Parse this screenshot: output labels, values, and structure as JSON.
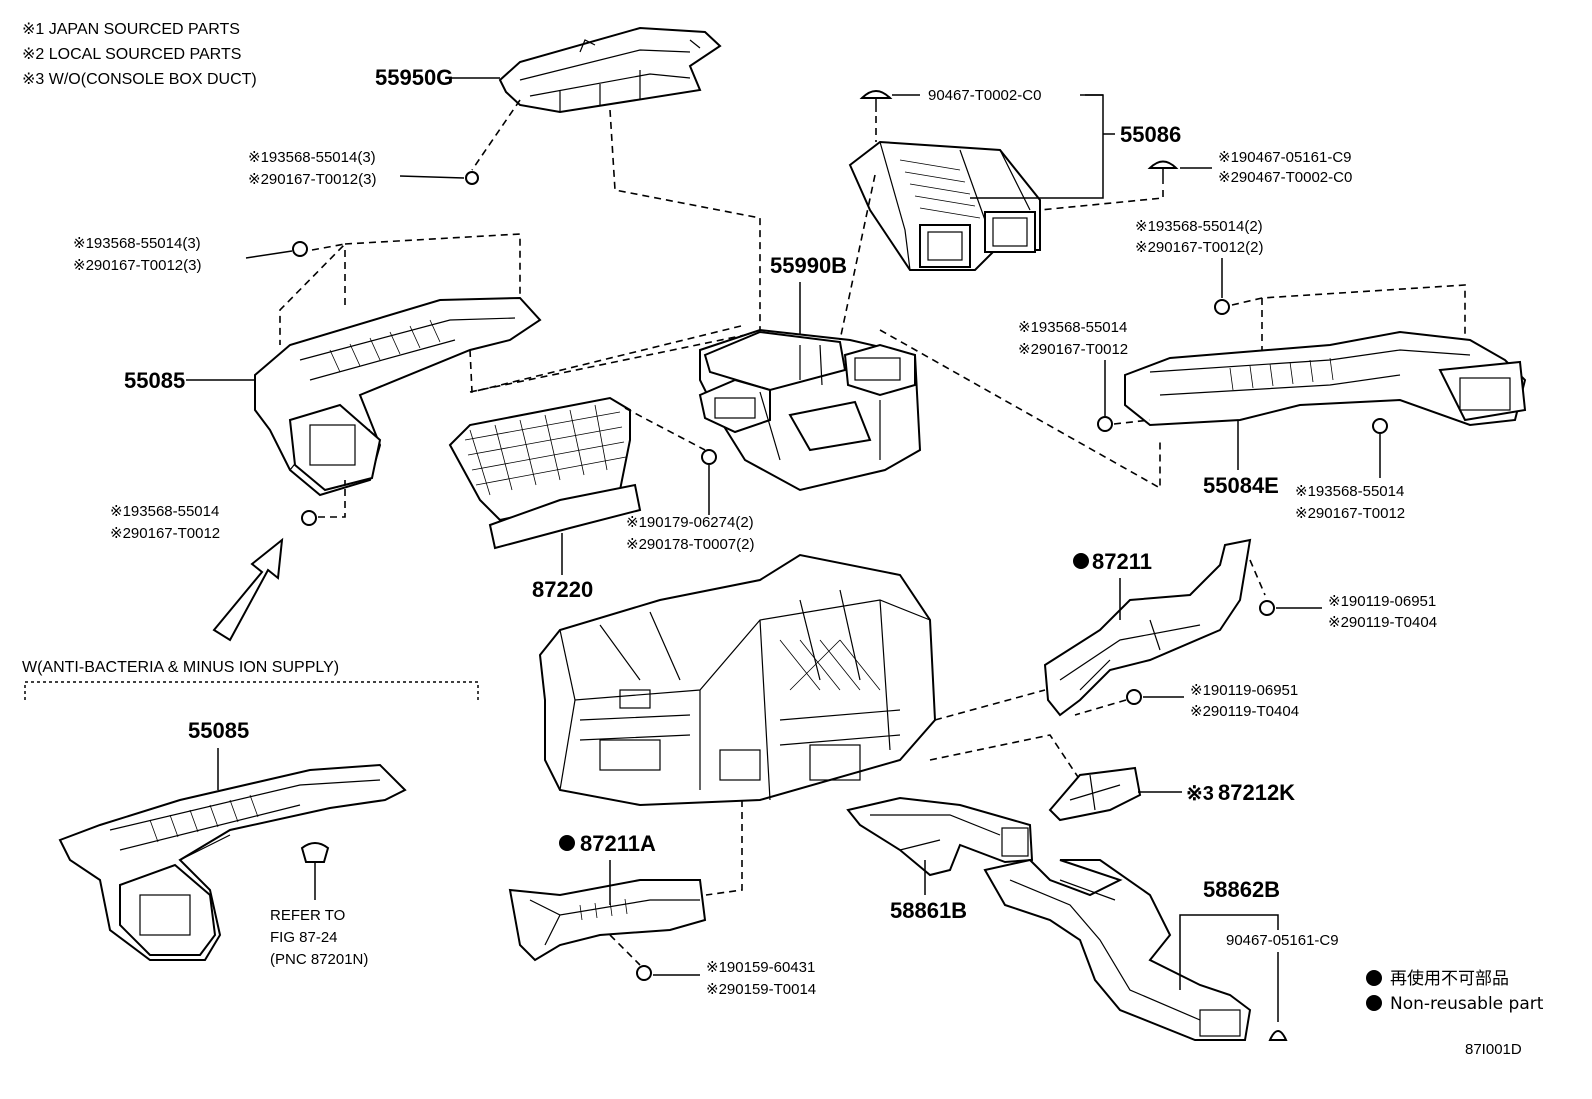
{
  "notes": [
    "※1 JAPAN SOURCED PARTS",
    "※2 LOCAL SOURCED PARTS",
    "※3 W/O(CONSOLE BOX DUCT)"
  ],
  "variant_label": "W(ANTI-BACTERIA & MINUS ION SUPPLY)",
  "refer_text": [
    "REFER TO",
    "FIG 87-24",
    "(PNC 87201N)"
  ],
  "legend": {
    "jp": "再使用不可部品",
    "en": "Non-reusable part"
  },
  "figure_id": "87I001D",
  "parts": {
    "p55950G": "55950G",
    "p55086": "55086",
    "p55990B": "55990B",
    "p55085_top": "55085",
    "p55085_bottom": "55085",
    "p55084E": "55084E",
    "p87220": "87220",
    "p87211": "87211",
    "p87211A": "87211A",
    "p87212K_prefix": "※3",
    "p87212K": "87212K",
    "p58861B": "58861B",
    "p58862B": "58862B"
  },
  "fasteners": {
    "f_90467_T0002_C0_top": "90467-T0002-C0",
    "f_55950G_1": "※193568-55014(3)",
    "f_55950G_2": "※290167-T0012(3)",
    "f_55086_1": "※190467-05161-C9",
    "f_55086_2": "※290467-T0002-C0",
    "f_55085top_1": "※193568-55014(3)",
    "f_55085top_2": "※290167-T0012(3)",
    "f_55084E_a1": "※193568-55014(2)",
    "f_55084E_a2": "※290167-T0012(2)",
    "f_55084E_b1": "※193568-55014",
    "f_55084E_b2": "※290167-T0012",
    "f_55084E_c1": "※193568-55014",
    "f_55084E_c2": "※290167-T0012",
    "f_55085bot_1": "※193568-55014",
    "f_55085bot_2": "※290167-T0012",
    "f_87220_1": "※190179-06274(2)",
    "f_87220_2": "※290178-T0007(2)",
    "f_87211a_1": "※190119-06951",
    "f_87211a_2": "※290119-T0404",
    "f_87211b_1": "※190119-06951",
    "f_87211b_2": "※290119-T0404",
    "f_87211A_1": "※190159-60431",
    "f_87211A_2": "※290159-T0014",
    "f_58862B": "90467-05161-C9"
  }
}
